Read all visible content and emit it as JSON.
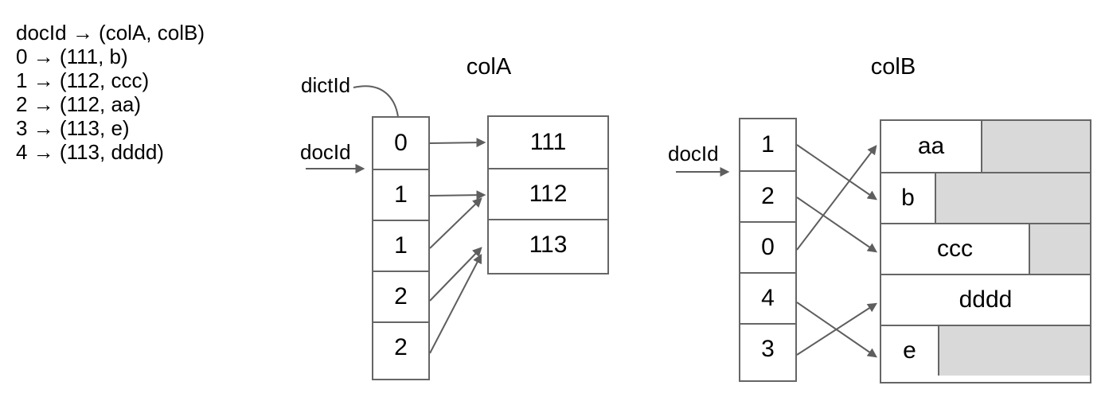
{
  "legend": {
    "lines": [
      "docId → (colA, colB)",
      "0 → (111, b)",
      "1 → (112, ccc)",
      "2 → (112, aa)",
      "3 → (113, e)",
      "4 → (113, dddd)"
    ]
  },
  "colA": {
    "title": "colA",
    "dictid_label": "dictId",
    "docid_label": "docId",
    "doc_cells": [
      "0",
      "1",
      "1",
      "2",
      "2"
    ],
    "dict_entries": [
      "111",
      "112",
      "113"
    ],
    "doc_to_dict_links": [
      [
        0,
        0
      ],
      [
        1,
        1
      ],
      [
        2,
        1
      ],
      [
        3,
        2
      ],
      [
        4,
        2
      ]
    ]
  },
  "colB": {
    "title": "colB",
    "docid_label": "docId",
    "doc_cells": [
      "1",
      "2",
      "0",
      "4",
      "3"
    ],
    "dict_entries": [
      "aa",
      "b",
      "ccc",
      "dddd",
      "e"
    ],
    "doc_to_dict_links": [
      [
        0,
        1
      ],
      [
        1,
        2
      ],
      [
        2,
        0
      ],
      [
        3,
        4
      ],
      [
        4,
        3
      ]
    ]
  },
  "colors": {
    "border": "#666666",
    "arrow": "#5e5e5e",
    "gray_fill": "#d9d9d9",
    "text": "#000000"
  }
}
